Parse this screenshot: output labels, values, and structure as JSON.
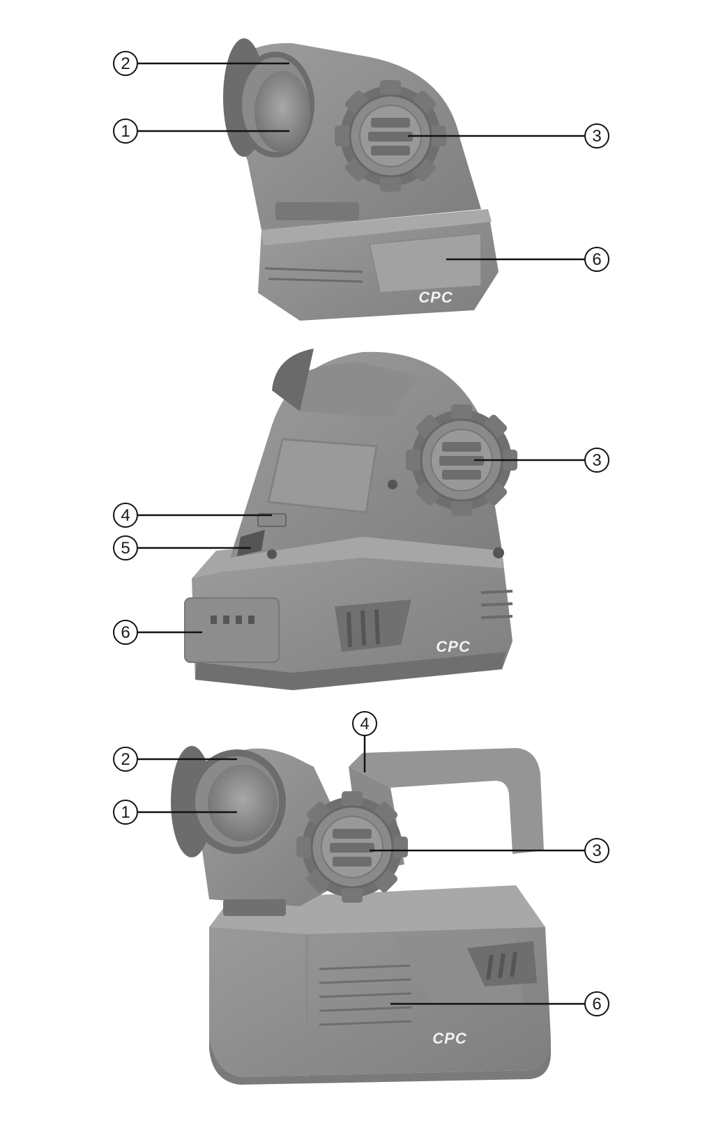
{
  "figures": [
    {
      "brand": "CPC",
      "callouts": [
        {
          "num": "2"
        },
        {
          "num": "1"
        },
        {
          "num": "3"
        },
        {
          "num": "6"
        }
      ]
    },
    {
      "brand": "CPC",
      "callouts": [
        {
          "num": "3"
        },
        {
          "num": "4"
        },
        {
          "num": "5"
        },
        {
          "num": "6"
        }
      ]
    },
    {
      "brand": "CPC",
      "callouts": [
        {
          "num": "4"
        },
        {
          "num": "2"
        },
        {
          "num": "1"
        },
        {
          "num": "3"
        },
        {
          "num": "6"
        }
      ]
    }
  ]
}
